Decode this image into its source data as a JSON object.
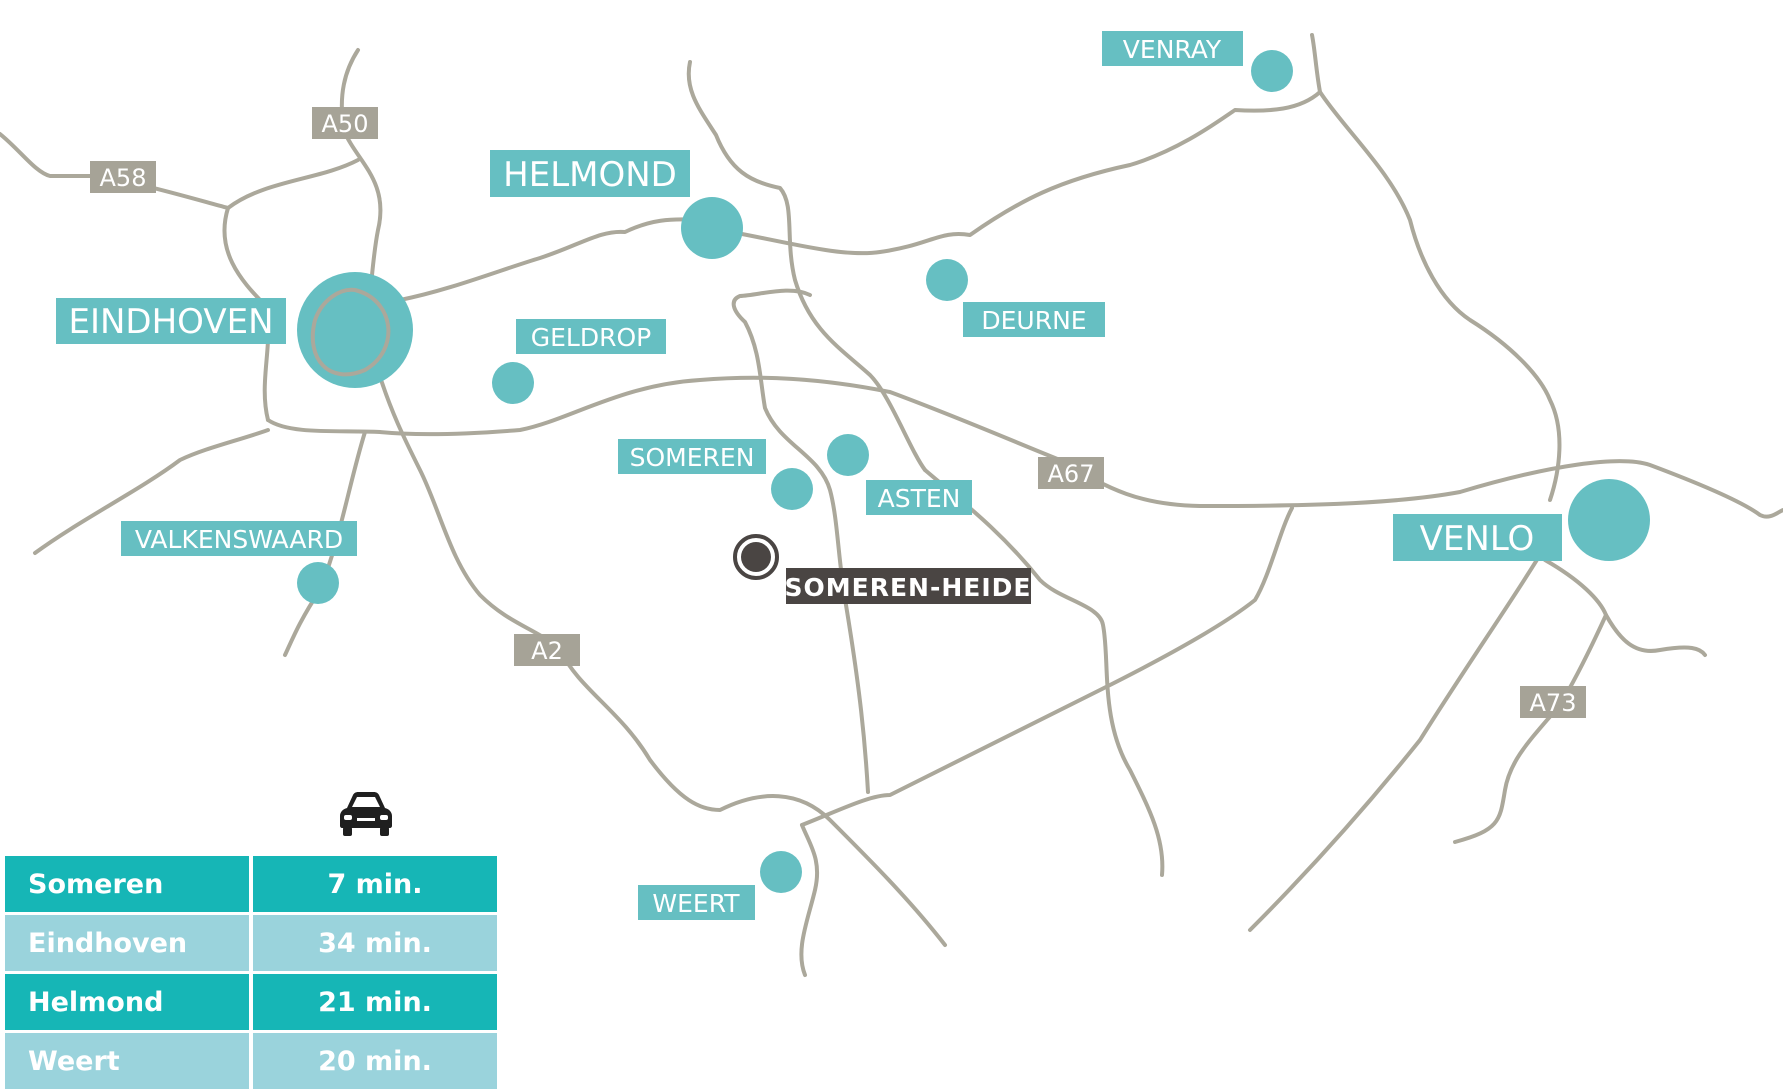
{
  "cities": [
    {
      "id": "eindhoven",
      "label": "EINDHOVEN"
    },
    {
      "id": "helmond",
      "label": "HELMOND"
    },
    {
      "id": "geldrop",
      "label": "GELDROP"
    },
    {
      "id": "deurne",
      "label": "DEURNE"
    },
    {
      "id": "venray",
      "label": "VENRAY"
    },
    {
      "id": "someren",
      "label": "SOMEREN"
    },
    {
      "id": "asten",
      "label": "ASTEN"
    },
    {
      "id": "valkenswaard",
      "label": "VALKENSWAARD"
    },
    {
      "id": "venlo",
      "label": "VENLO"
    },
    {
      "id": "weert",
      "label": "WEERT"
    }
  ],
  "highways": [
    "A50",
    "A58",
    "A67",
    "A2",
    "A73"
  ],
  "target": {
    "label": "SOMEREN-HEIDE",
    "icon": "target-location-icon"
  },
  "travel": {
    "mode_icon": "car-icon",
    "rows": [
      {
        "place": "Someren",
        "time": "7 min."
      },
      {
        "place": "Eindhoven",
        "time": "34 min."
      },
      {
        "place": "Helmond",
        "time": "21 min."
      },
      {
        "place": "Weert",
        "time": "20 min."
      }
    ]
  },
  "colors": {
    "city": "#66bfc2",
    "road": "#aba89b",
    "highway_label": "#a6a397",
    "target": "#4a4543",
    "row_dark": "#16b6b6",
    "row_light": "#9ad3dc"
  }
}
